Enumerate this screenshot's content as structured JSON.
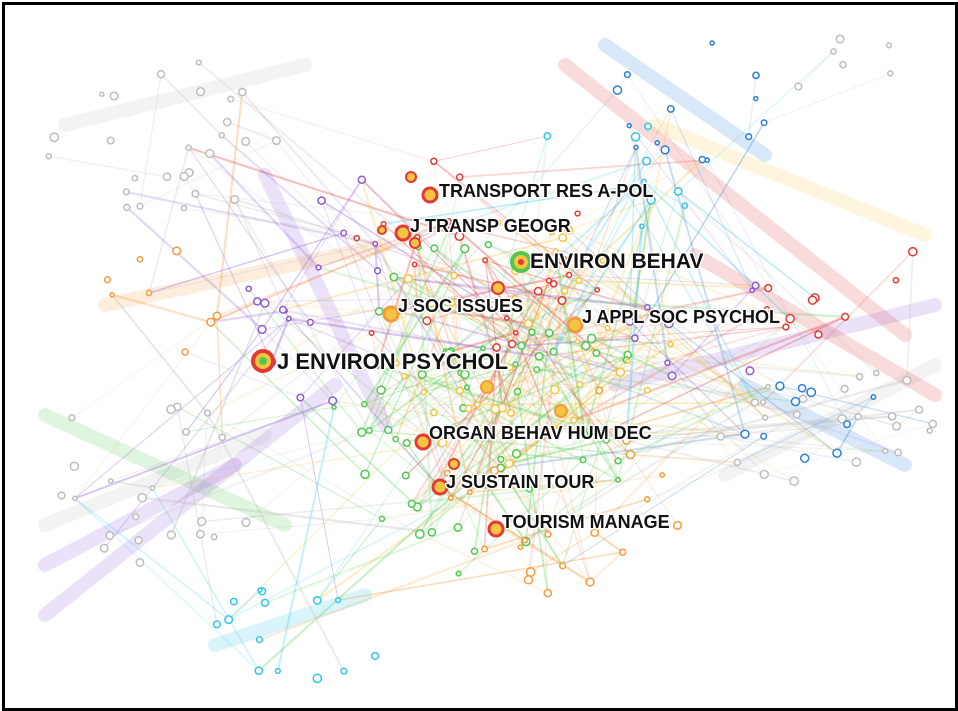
{
  "diagram": {
    "type": "co-citation network map",
    "cluster_colors": [
      "#bdbdbd",
      "#4ec94e",
      "#f4c542",
      "#e53935",
      "#8e5bd6",
      "#2fc6e8",
      "#2b7fd6",
      "#f59a3c"
    ],
    "nodes": [
      {
        "id": "j-environ-psychol",
        "label": "J ENVIRON PSYCHOL",
        "cluster": "red",
        "color": "#e53935"
      },
      {
        "id": "environ-behav",
        "label": "ENVIRON BEHAV",
        "cluster": "green",
        "color": "#4ec94e"
      },
      {
        "id": "transport-res-a-pol",
        "label": "TRANSPORT RES A-POL",
        "cluster": "orange",
        "color": "#f59a3c"
      },
      {
        "id": "j-transp-geogr",
        "label": "J TRANSP GEOGR",
        "cluster": "orange",
        "color": "#f59a3c"
      },
      {
        "id": "j-soc-issues",
        "label": "J SOC ISSUES",
        "cluster": "yellow",
        "color": "#f4c542"
      },
      {
        "id": "j-appl-soc-psychol",
        "label": "J APPL SOC PSYCHOL",
        "cluster": "yellow",
        "color": "#f4c542"
      },
      {
        "id": "organ-behav-hum-dec",
        "label": "ORGAN BEHAV HUM DEC",
        "cluster": "yellow",
        "color": "#f4c542"
      },
      {
        "id": "j-sustain-tour",
        "label": "J SUSTAIN TOUR",
        "cluster": "red",
        "color": "#e53935"
      },
      {
        "id": "tourism-manage",
        "label": "TOURISM MANAGE",
        "cluster": "red",
        "color": "#e53935"
      }
    ]
  }
}
